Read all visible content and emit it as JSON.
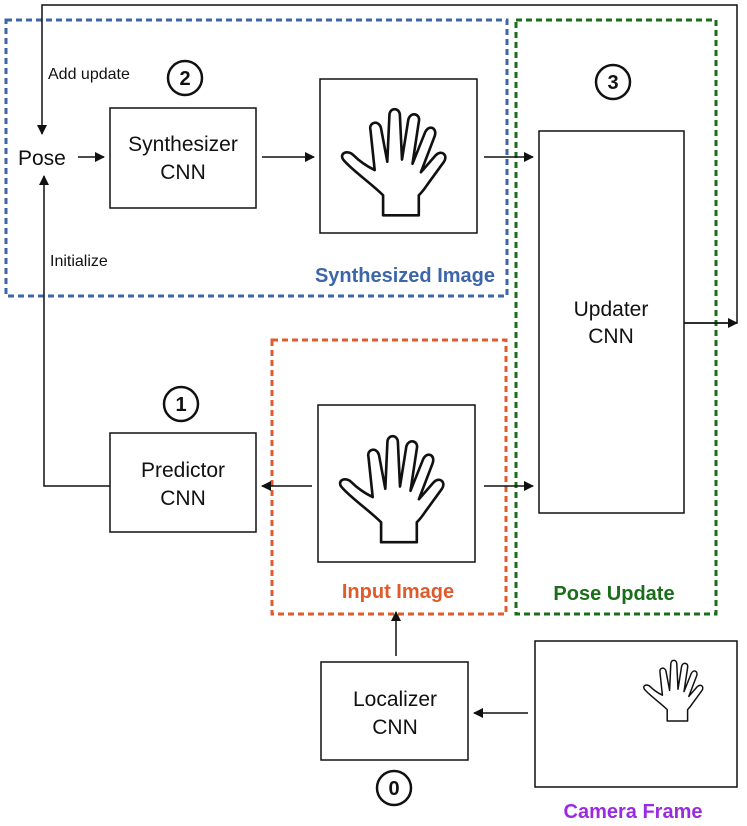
{
  "colors": {
    "synthesized": "#3c66a8",
    "input": "#e05a2b",
    "pose_update": "#1a6e1a",
    "camera": "#9a2be0",
    "line": "#111111"
  },
  "labels": {
    "pose": "Pose",
    "add_update": "Add update",
    "initialize": "Initialize",
    "synthesizer": [
      "Synthesizer",
      "CNN"
    ],
    "predictor": [
      "Predictor",
      "CNN"
    ],
    "updater": [
      "Updater",
      "CNN"
    ],
    "localizer": [
      "Localizer",
      "CNN"
    ]
  },
  "regions": {
    "synthesized": "Synthesized Image",
    "input": "Input Image",
    "pose_update": "Pose Update",
    "camera": "Camera Frame"
  },
  "steps": [
    "0",
    "1",
    "2",
    "3"
  ],
  "icons": [
    "hand-icon"
  ]
}
